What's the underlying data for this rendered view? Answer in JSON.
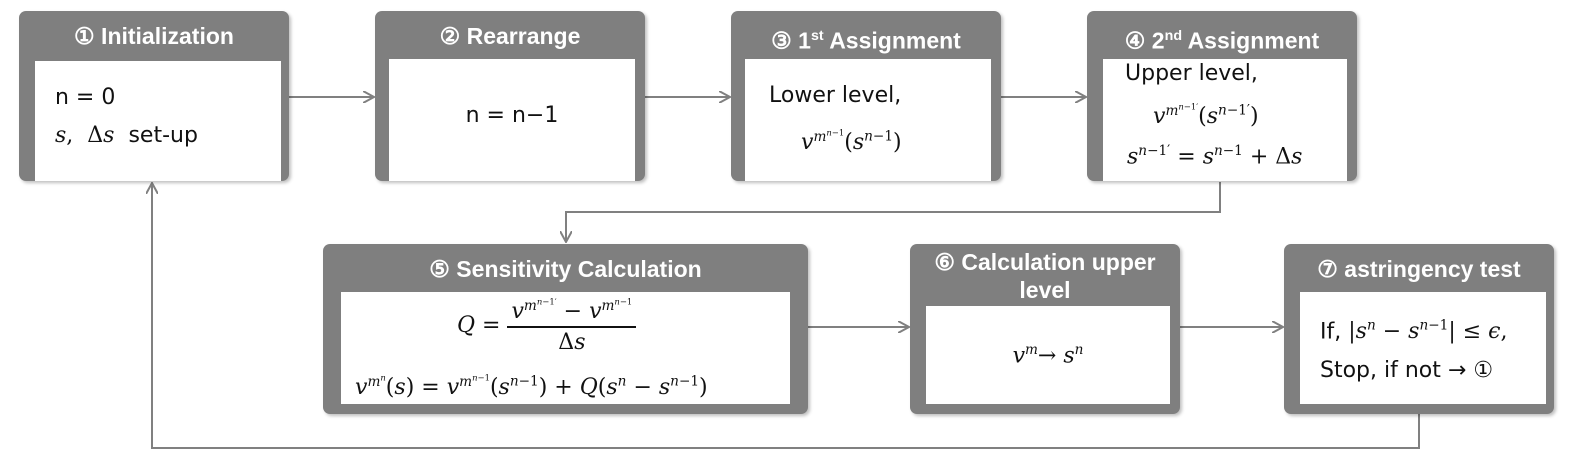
{
  "steps": {
    "s1": {
      "title": "① Initialization",
      "line1": "n = 0",
      "line2_suffix": "set-up"
    },
    "s2": {
      "title": "② Rearrange",
      "line1": "n = n−1"
    },
    "s3": {
      "title_num": "③ 1",
      "title_sup": "st",
      "title_rest": " Assignment",
      "line1": "Lower level,"
    },
    "s4": {
      "title_num": "④ 2",
      "title_sup": "nd",
      "title_rest": " Assignment",
      "line1": "Upper level,"
    },
    "s5": {
      "title": "⑤ Sensitivity Calculation"
    },
    "s6": {
      "title": "⑥ Calculation upper level"
    },
    "s7": {
      "title": "⑦ astringency test",
      "line1_prefix": "If,",
      "line2": "Stop, if not",
      "line2_ref": "①"
    }
  },
  "colors": {
    "box": "#7f7f7f",
    "connector": "#808080",
    "title_text": "#ffffff"
  }
}
